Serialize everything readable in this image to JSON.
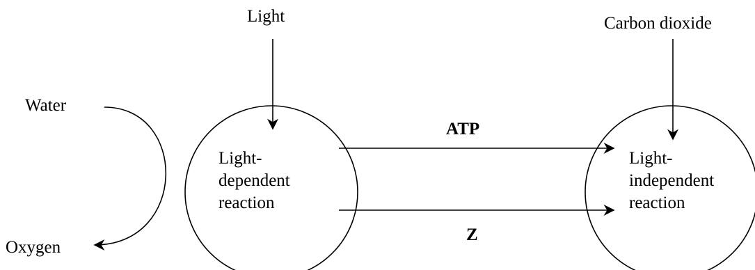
{
  "labels": {
    "light": "Light",
    "carbon_dioxide": "Carbon dioxide",
    "water": "Water",
    "oxygen": "Oxygen",
    "atp": "ATP",
    "z": "Z"
  },
  "nodes": {
    "light_dependent": [
      "Light-",
      "dependent",
      "reaction"
    ],
    "light_independent": [
      "Light-",
      "independent",
      "reaction"
    ]
  }
}
